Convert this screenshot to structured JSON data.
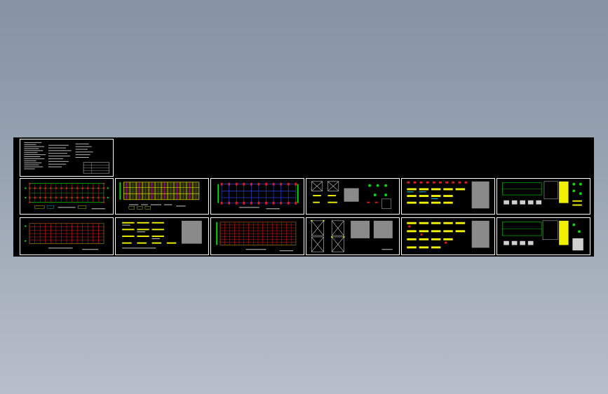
{
  "viewport": {
    "background": "#8e9aab",
    "canvas_color": "#000000"
  },
  "colors": {
    "frame": "#ffffff",
    "grid_green": "#00e000",
    "grid_red": "#e01a1a",
    "beam_yellow": "#f0f000",
    "beam_magenta": "#d000d0",
    "axis_blue": "#2a4cff",
    "cyan": "#00d0ff",
    "table_gray": "#8a8a8a"
  },
  "sheets": [
    {
      "id": "cover-notes",
      "kind": "notes"
    },
    {
      "id": "foundation-plan",
      "kind": "grid-plan"
    },
    {
      "id": "column-layout-plan",
      "kind": "column-plan"
    },
    {
      "id": "elevation-blue",
      "kind": "elevation"
    },
    {
      "id": "brace-details",
      "kind": "details-boxes"
    },
    {
      "id": "section-details-top",
      "kind": "details-mixed"
    },
    {
      "id": "node-details-top",
      "kind": "details-green"
    },
    {
      "id": "anchor-plan",
      "kind": "grid-plan-red"
    },
    {
      "id": "beam-details",
      "kind": "details-yellow"
    },
    {
      "id": "roof-plan",
      "kind": "grid-plan-dense"
    },
    {
      "id": "brace-elevations",
      "kind": "details-boxes2"
    },
    {
      "id": "section-details-bottom",
      "kind": "details-mixed2"
    },
    {
      "id": "node-details-bottom",
      "kind": "details-green2"
    }
  ]
}
